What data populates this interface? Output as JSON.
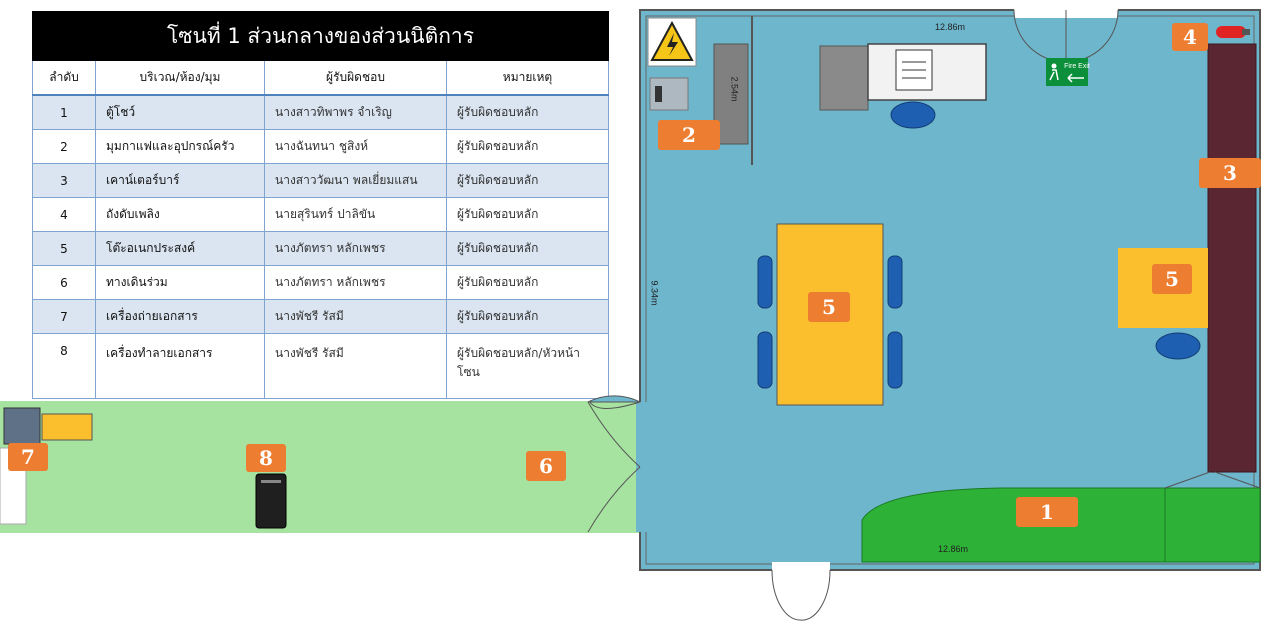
{
  "table": {
    "title": "โซนที่ 1 ส่วนกลางของส่วนนิติการ",
    "headers": [
      "ลำดับ",
      "บริเวณ/ห้อง/มุม",
      "ผู้รับผิดชอบ",
      "หมายเหตุ"
    ],
    "rows": [
      {
        "no": "1",
        "location": "ตู้โชว์",
        "person": "นางสาวทิพาพร จำเริญ",
        "note": "ผู้รับผิดชอบหลัก"
      },
      {
        "no": "2",
        "location": "มุมกาแฟและอุปกรณ์ครัว",
        "person": "นางฉันทนา ชูสิงห์",
        "note": "ผู้รับผิดชอบหลัก"
      },
      {
        "no": "3",
        "location": "เคาน์เตอร์บาร์",
        "person": "นางสาววัฒนา พลเยี่ยมแสน",
        "note": "ผู้รับผิดชอบหลัก"
      },
      {
        "no": "4",
        "location": "ถังดับเพลิง",
        "person": "นายสุรินทร์ ปาลิขัน",
        "note": "ผู้รับผิดชอบหลัก"
      },
      {
        "no": "5",
        "location": "โต๊ะอเนกประสงค์",
        "person": "นางภัตทรา หลักเพชร",
        "note": "ผู้รับผิดชอบหลัก"
      },
      {
        "no": "6",
        "location": "ทางเดินร่วม",
        "person": "นางภัตทรา หลักเพชร",
        "note": "ผู้รับผิดชอบหลัก"
      },
      {
        "no": "7",
        "location": "เครื่องถ่ายเอกสาร",
        "person": "นางพัชรี รัสมี",
        "note": "ผู้รับผิดชอบหลัก"
      },
      {
        "no": "8",
        "location": "เครื่องทำลายเอกสาร",
        "person": "นางพัชรี รัสมี",
        "note": "ผู้รับผิดชอบหลัก/หัวหน้าโซน"
      }
    ]
  },
  "plan": {
    "dim_top": "12.86m",
    "dim_bottom": "12.86m",
    "dim_left": "9.34m",
    "dim_cabinet": "2.54m",
    "exit_sign": "Fire Exit",
    "badges": [
      "1",
      "2",
      "3",
      "4",
      "5",
      "5",
      "6",
      "7",
      "8"
    ]
  },
  "colors": {
    "room": "#6db6cc",
    "corridor": "#a6e3a1",
    "table_yellow": "#fbbf2e",
    "counter": "#5a2631",
    "display_green": "#2db136",
    "badge": "#ed7d31"
  }
}
